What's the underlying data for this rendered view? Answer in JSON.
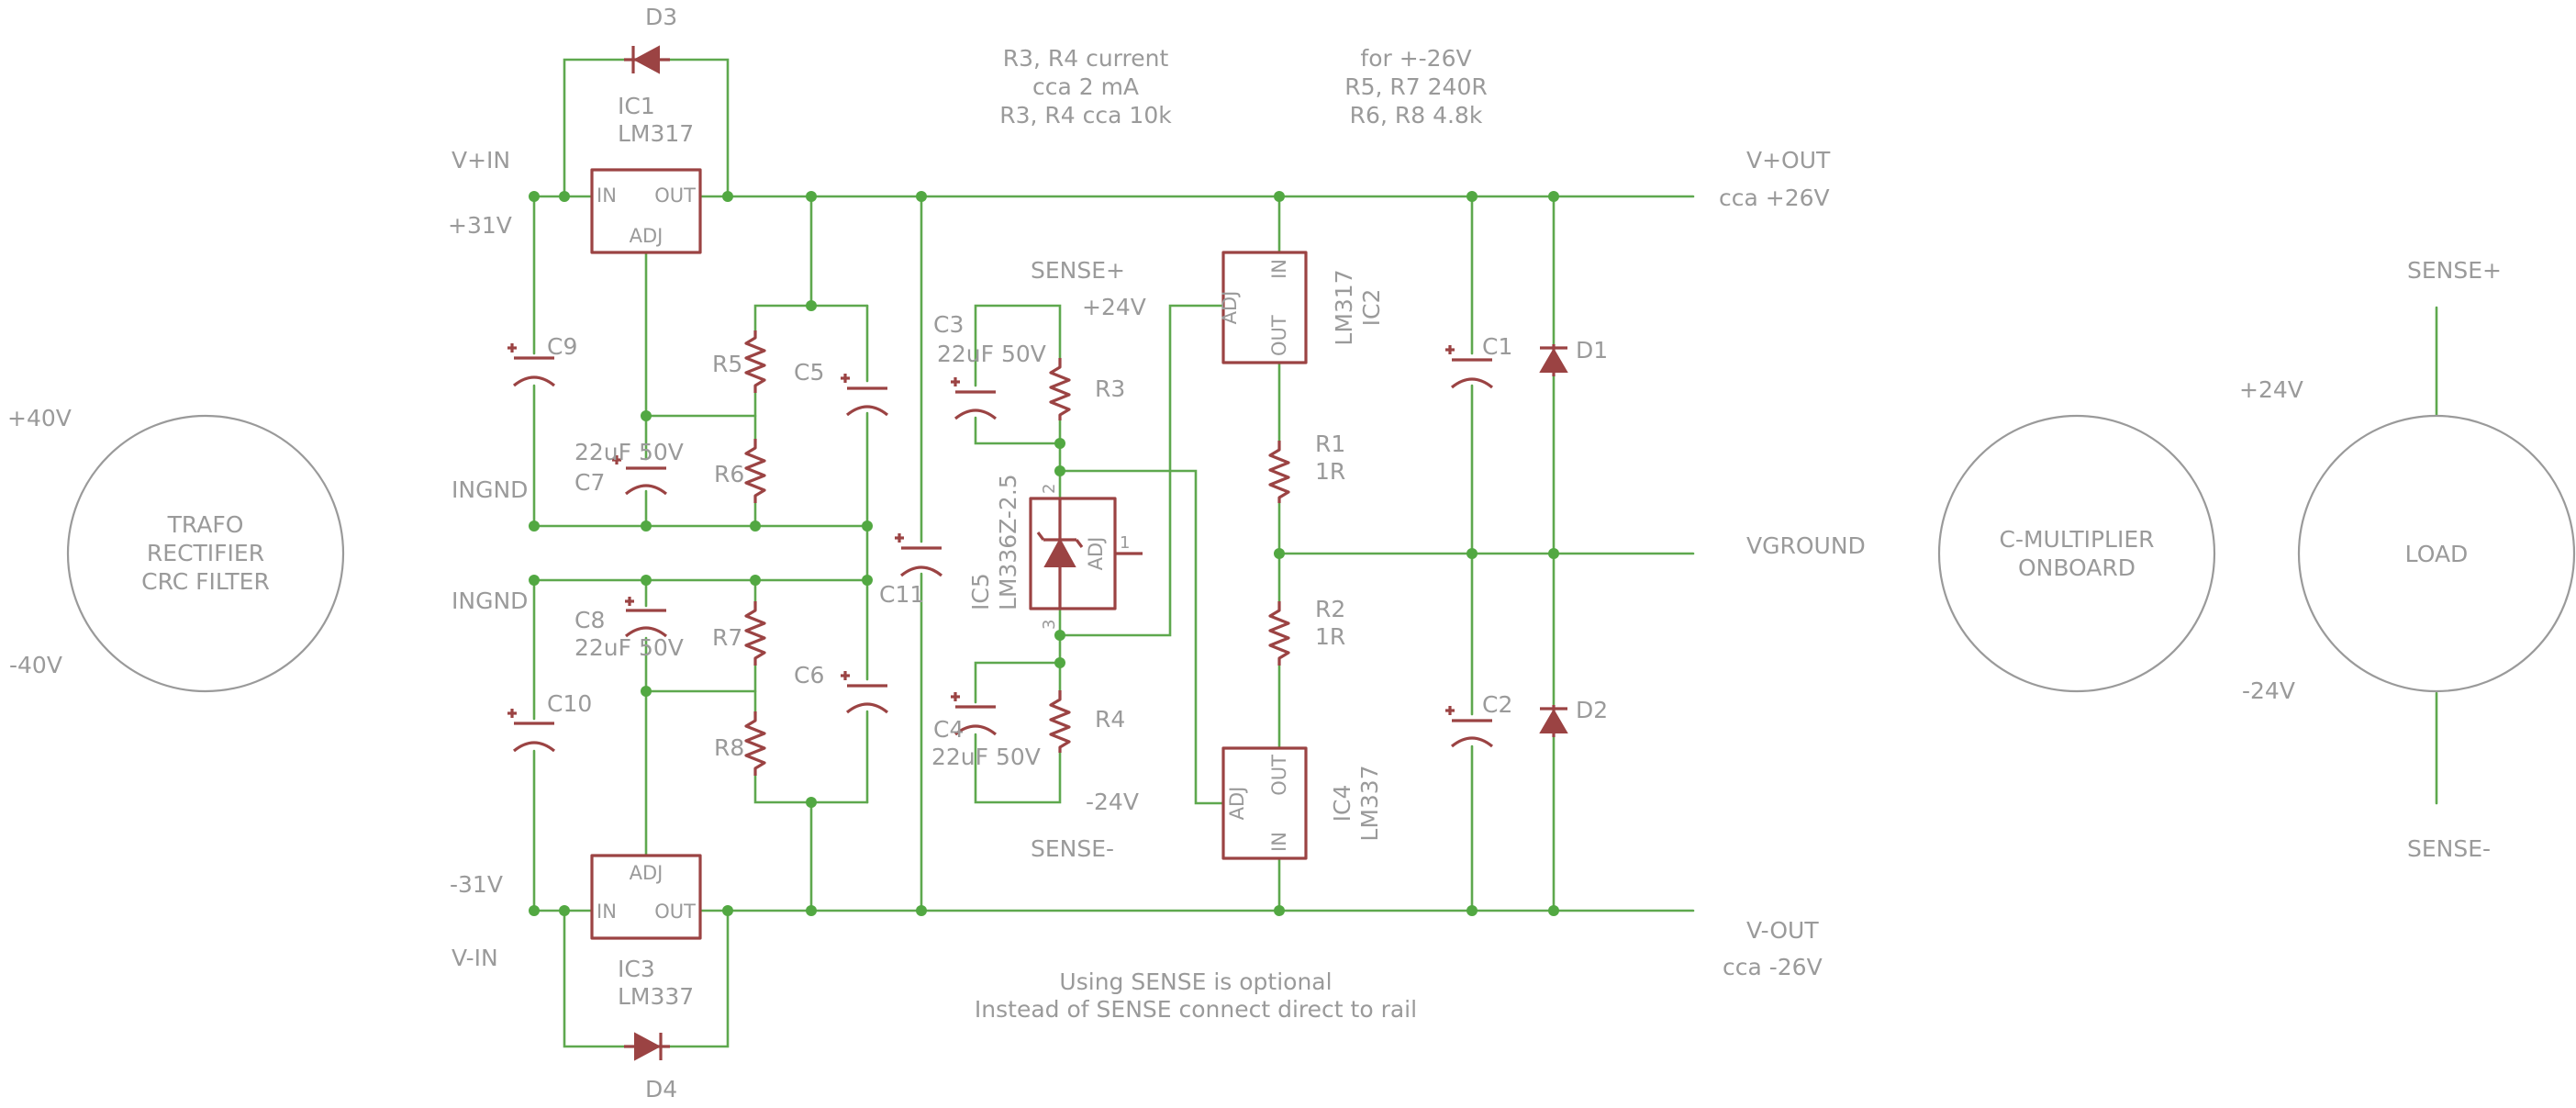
{
  "title_notes": {
    "current": [
      "R3, R4 current",
      "cca 2 mA",
      "R3, R4 cca 10k"
    ],
    "values": [
      "for +-26V",
      "R5, R7  240R",
      "R6, R8  4.8k"
    ]
  },
  "footnote": [
    "Using SENSE is optional",
    "Instead of SENSE connect direct to rail"
  ],
  "rails": {
    "vin_pos": "V+IN",
    "vin_pos_v": "+31V",
    "vin_neg": "V-IN",
    "vin_neg_v": "-31V",
    "ingnd_top": "INGND",
    "ingnd_bot": "INGND",
    "vout_pos": "V+OUT",
    "vout_pos_v": "cca +26V",
    "vout_neg": "V-OUT",
    "vout_neg_v": "cca -26V",
    "vground": "VGROUND"
  },
  "blocks": {
    "trafo": [
      "TRAFO",
      "RECTIFIER",
      "CRC FILTER"
    ],
    "trafo_pos": "+40V",
    "trafo_neg": "-40V",
    "cmult": [
      "C-MULTIPLIER",
      "ONBOARD"
    ],
    "load": "LOAD",
    "load_pos": "+24V",
    "load_neg": "-24V",
    "sense_plus": "SENSE+",
    "sense_minus": "SENSE-"
  },
  "sense": {
    "plus": "SENSE+",
    "plus_v": "+24V",
    "minus": "SENSE-",
    "minus_v": "-24V"
  },
  "components": {
    "IC1": {
      "ref": "IC1",
      "value": "LM317",
      "pins": [
        "IN",
        "OUT",
        "ADJ"
      ]
    },
    "IC2": {
      "ref": "IC2",
      "value": "LM317",
      "pins": [
        "ADJ",
        "IN",
        "OUT"
      ]
    },
    "IC3": {
      "ref": "IC3",
      "value": "LM337",
      "pins": [
        "ADJ",
        "IN",
        "OUT"
      ]
    },
    "IC4": {
      "ref": "IC4",
      "value": "LM337",
      "pins": [
        "ADJ",
        "OUT",
        "IN"
      ]
    },
    "IC5": {
      "ref": "IC5",
      "value": "LM336Z-2.5",
      "pins": [
        "ADJ",
        "1",
        "2",
        "3"
      ]
    },
    "D1": "D1",
    "D2": "D2",
    "D3": "D3",
    "D4": "D4",
    "C1": "C1",
    "C2": "C2",
    "C3": {
      "ref": "C3",
      "value": "22uF 50V"
    },
    "C4": {
      "ref": "C4",
      "value": "22uF 50V"
    },
    "C5": "C5",
    "C6": "C6",
    "C7": {
      "ref": "C7",
      "value": "22uF 50V"
    },
    "C8": {
      "ref": "C8",
      "value": "22uF 50V"
    },
    "C9": "C9",
    "C10": "C10",
    "C11": "C11",
    "R1": {
      "ref": "R1",
      "value": "1R"
    },
    "R2": {
      "ref": "R2",
      "value": "1R"
    },
    "R3": "R3",
    "R4": "R4",
    "R5": "R5",
    "R6": "R6",
    "R7": "R7",
    "R8": "R8"
  }
}
